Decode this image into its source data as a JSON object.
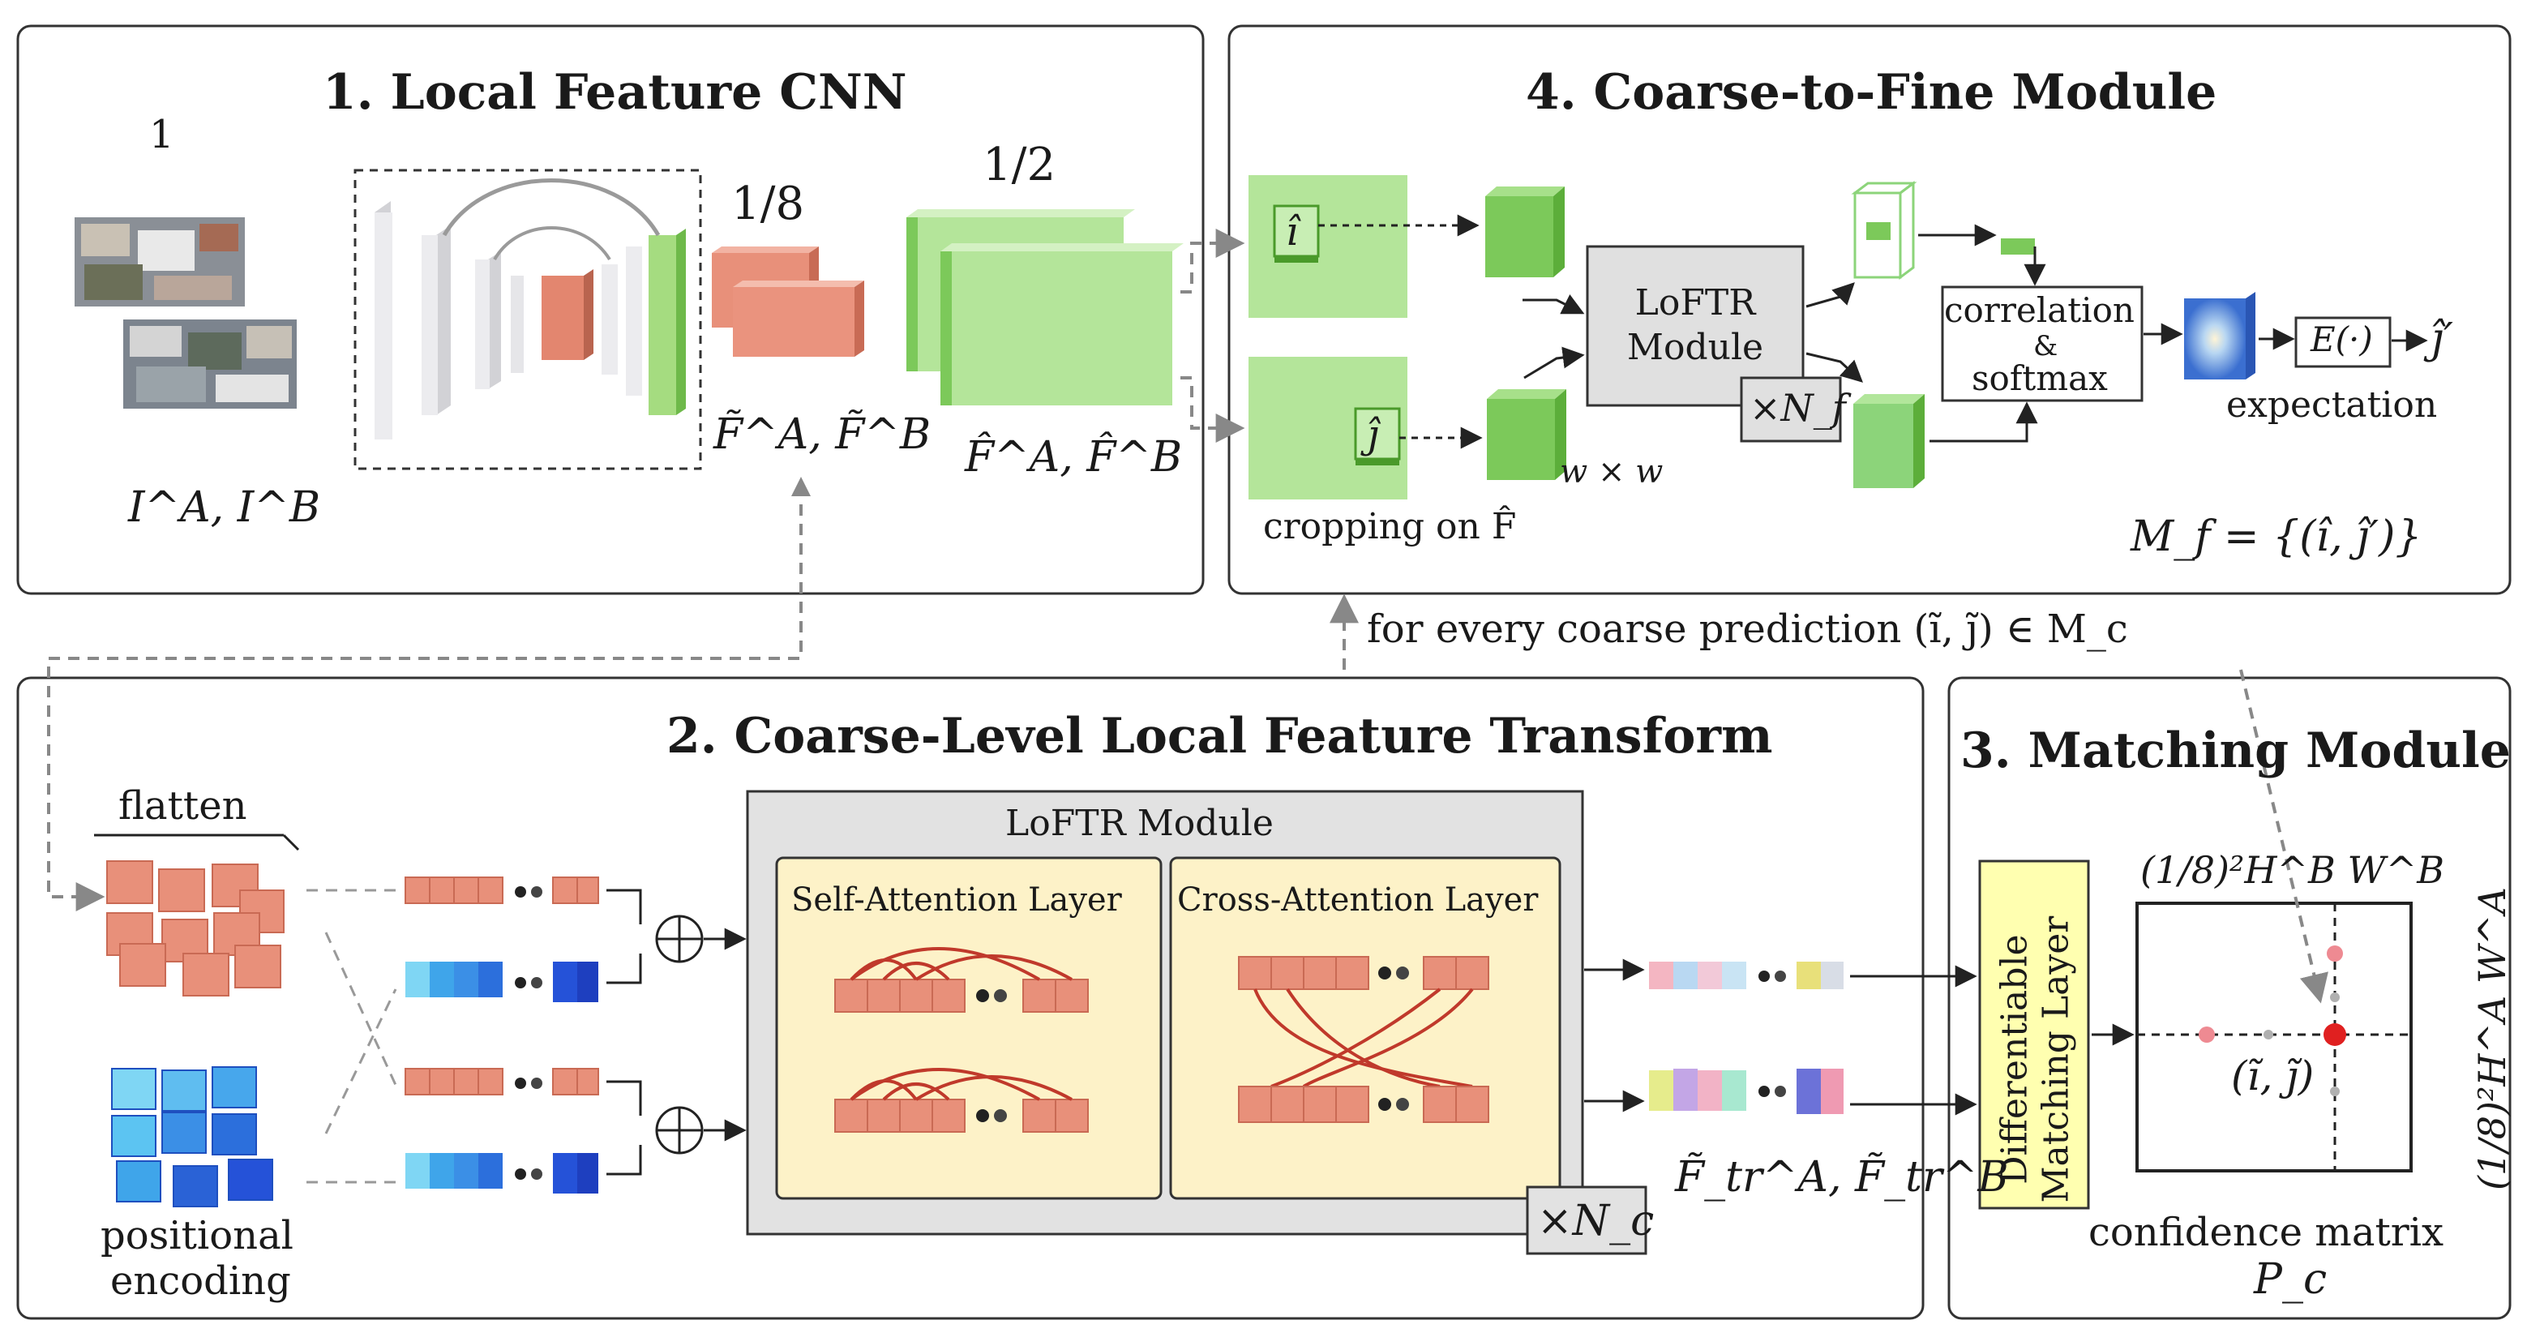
{
  "panels": {
    "local_cnn": {
      "title": "1. Local Feature CNN"
    },
    "transform": {
      "title": "2. Coarse-Level Local Feature Transform"
    },
    "matching": {
      "title": "3. Matching Module"
    },
    "c2f": {
      "title": "4. Coarse-to-Fine Module"
    }
  },
  "labels": {
    "scale_one": "1",
    "scale_eighth": "1/8",
    "scale_half": "1/2",
    "images": "I^A, I^B",
    "coarse_feats": "F̃^A, F̃^B",
    "fine_feats": "F̂^A, F̂^B",
    "i_hat": "î",
    "j_hat": "ĵ",
    "w_by_w": "w × w",
    "cropping": "cropping on F̂",
    "loftr_module_fine": "LoFTR Module",
    "times_nf": "×N_f",
    "correlation": "correlation",
    "amp": "&",
    "softmax": "softmax",
    "expectation_fn": "E(·)",
    "j_hat_prime": "ĵ′",
    "expectation": "expectation",
    "m_f": "M_f = {(î, ĵ′)}",
    "coarse_prediction": "for every coarse prediction (ĩ, j̃) ∈ M_c",
    "flatten": "flatten",
    "positional_encoding_1": "positional",
    "positional_encoding_2": "encoding",
    "loftr_module_coarse": "LoFTR Module",
    "self_attention": "Self-Attention Layer",
    "cross_attention": "Cross-Attention Layer",
    "times_nc": "×N_c",
    "tr_feats": "F̃_tr^A, F̃_tr^B",
    "diff_matching_1": "Differentiable",
    "diff_matching_2": "Matching Layer",
    "hb_wb": "(1/8)²H^B W^B",
    "ha_wa": "(1/8)²H^A W^A",
    "ij_tilde": "(ĩ, j̃)",
    "confidence_matrix": "confidence matrix",
    "p_c": "P_c"
  },
  "colors": {
    "coarse_feature": "#e8907a",
    "fine_feature": "#a9de8a",
    "fine_feature_dark": "#7cc95a",
    "panel_gray": "#e3e3e3",
    "attention_bg": "#fdf2c8",
    "diff_layer": "#ffffb0",
    "pos_enc_blue": "#3aa0e0",
    "match_red": "#e02020",
    "match_pink": "#ee8a92",
    "border": "#333333"
  }
}
